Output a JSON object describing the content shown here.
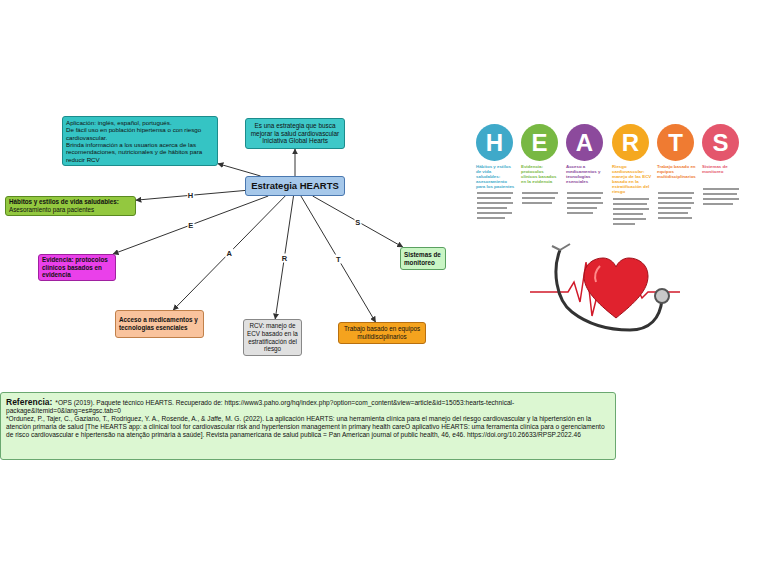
{
  "diagram": {
    "nodes": [
      {
        "text": [
          "Aplicación: inglés, español, portugués.",
          "De fácil uso en población hipertensa o con riesgo cardiovascular.",
          "Brinda información a los usuarios acerca de las recomendaciones, nutricionales y de hábitos para reducir RCV"
        ]
      },
      {
        "text": [
          "Es una estrategia que busca mejorar la salud cardiovascular",
          "Iniciativa Global Hearts"
        ]
      },
      {
        "text": [
          "Estrategia HEARTS"
        ]
      },
      {
        "text": [
          "Hábitos y estilos de vida saludables:",
          "Asesoramiento para pacientes"
        ]
      },
      {
        "text": [
          "Evidencia: protocolos clínicos basados en evidencia"
        ]
      },
      {
        "text": [
          "Sistemas de monitoreo"
        ]
      },
      {
        "text": [
          "Acceso a medicamentos y tecnologias esenciales"
        ]
      },
      {
        "text": [
          "RCV: manejo de ECV basado en la estratificación del riesgo"
        ]
      },
      {
        "text": [
          "Trabajo basado en equipos multidisciplinarios"
        ]
      },
      {
        "text": [
          "Referencia:",
          "*OPS (2019). Paquete técnico HEARTS. Recuperado de: https://www3.paho.org/hq/index.php?option=com_content&view=article&id=15053:hearts-technical-package&Itemid=0&lang=es#gsc.tab=0",
          "*Ordunez, P., Tajer, C., Gaziano, T., Rodriguez, Y. A., Rosende, A., & Jaffe, M. G. (2022). La aplicación HEARTS: una herramienta clínica para el manejo del riesgo cardiovascular y la hipertensión en la atención primaria de salud [The HEARTS app: a clinical tool for cardiovascular risk and hypertension management in primary health careO aplicativo HEARTS: uma ferramenta clínica para o gerenciamento de risco cardiovascular e hipertensão na atenção primária à saúde]. Revista panamericana de salud publica = Pan American journal of public health, 46, e46. https://doi.org/10.26633/RPSP.2022.46"
        ]
      },
      {
        "text": [
          "H",
          "Hábitos y estilos de vida saludables: asesoramiento para los pacientes"
        ]
      },
      {
        "text": [
          "E",
          "Evidencia: protocolos clínicos basados en la evidencia"
        ]
      },
      {
        "text": [
          "A",
          "Acceso a medicamentos y tecnologías esenciales"
        ]
      },
      {
        "text": [
          "R",
          "Riesgo cardiovascular: manejo de las ECV basado en la estratificación del riesgo"
        ]
      },
      {
        "text": [
          "T",
          "Trabajo basado en equipos multidisciplinarios"
        ]
      },
      {
        "text": [
          "S",
          "Sistemas de monitoreo"
        ]
      }
    ],
    "edges": [
      {
        "from": 2,
        "to": 0,
        "arrow": "to"
      },
      {
        "from": 2,
        "to": 1,
        "arrow": "to"
      },
      {
        "from": 2,
        "to": 3,
        "label": "H",
        "arrow": "to"
      },
      {
        "from": 2,
        "to": 4,
        "label": "E",
        "arrow": "to"
      },
      {
        "from": 2,
        "to": 6,
        "label": "A",
        "arrow": "to"
      },
      {
        "from": 2,
        "to": 7,
        "label": "R",
        "arrow": "to"
      },
      {
        "from": 2,
        "to": 8,
        "label": "T",
        "arrow": "to"
      },
      {
        "from": 2,
        "to": 5,
        "label": "S",
        "arrow": "to"
      }
    ]
  }
}
